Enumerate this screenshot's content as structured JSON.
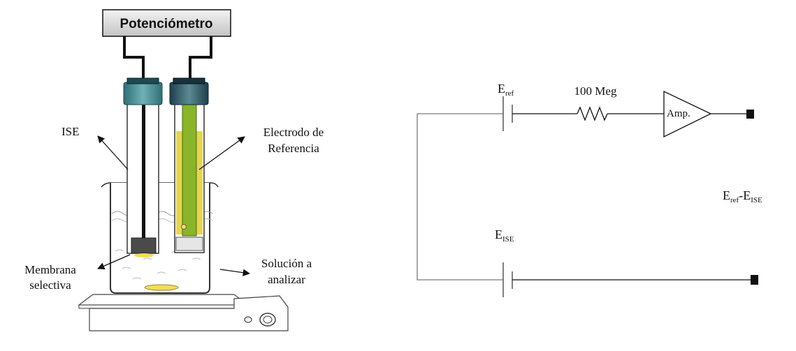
{
  "potentiometer": {
    "label": "Potenciómetro"
  },
  "labels": {
    "ise": "ISE",
    "reference_line1": "Electrodo de",
    "reference_line2": "Referencia",
    "membrane_line1": "Membrana",
    "membrane_line2": "selectiva",
    "solution_line1": "Solución a",
    "solution_line2": "analizar"
  },
  "circuit": {
    "e_main": "E",
    "ref_sub": "ref",
    "ise_sub": "ISE",
    "resistor_label": "100 Meg",
    "amp_label": "Amp.",
    "difference_dash": "-E"
  },
  "colors": {
    "potentiometer_fill": "#d9d9d9",
    "cap": "#3a7f86",
    "reference_fill": "#e5d651",
    "reference_inner": "#8ab42a",
    "electrode_tip": "#4a4a4a",
    "membrane_spot": "#f1dd5a",
    "line": "#111111",
    "circuit_wire": "#7a7a7a"
  }
}
